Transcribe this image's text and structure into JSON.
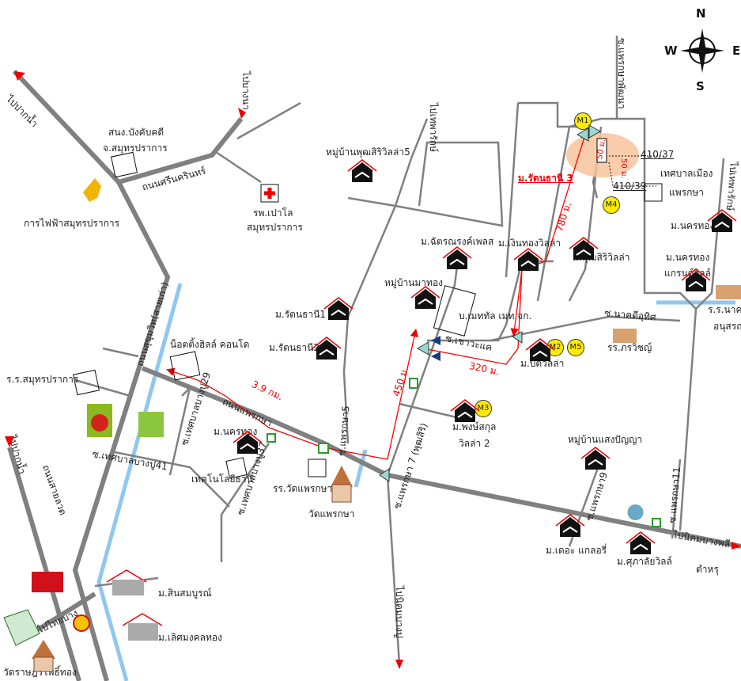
{
  "title": "ม.รัตนธานี 3",
  "compass": {
    "n": "N",
    "s": "S",
    "e": "E",
    "w": "W"
  },
  "places": {
    "snong": "สนง.บังคับคดี",
    "snong2": "จ.สมุทรปราการ",
    "pea": "การไฟฟ้าสมุทรปราการ",
    "hospital": "รพ.เปาโล",
    "hospital2": "สมุทรปราการ",
    "phumsiri5": "หมู่บ้านพุฒสิริวิลล่า5",
    "chatron": "ม.ฉัตรณรงค์เพลส",
    "ngernthong": "ม.เงินทองวิลล่า",
    "phumsiri": "ม.พุฒสิริวิลล่า",
    "mathong": "หมู่บ้านมาทอง",
    "metal": "บ.เมททัล เมท จก.",
    "rattana1": "ม.รัตนธานี1",
    "rattana2": "ม.รัตนธานี2",
    "knotting": "น็อตติ้งฮิลล์ คอนโด",
    "rrsamut": "ร.ร.สมุทรปราการ",
    "nakhonthong": "ม.นครทอง",
    "techno": "เทคโนโลยีธานี",
    "watschool": "รร.วัดแพรกษา",
    "wat": "วัดแพรกษา",
    "pitivilla": "ม.ปิติวิลล่า",
    "rrpawich": "รร.ภรวิชญ์",
    "phongsakul": "ม.พงษ์สกุล",
    "phongsakul2": "วิลล่า 2",
    "saengpanya": "หมู่บ้านแสงปัญญา",
    "thegallery": "ม.เดอะ แกลอรี่",
    "sukanvilla": "ม.ศุภาลัยวิลล์",
    "municipal": "เทศบาลเมือง",
    "municipal2": "แพรกษา",
    "nakhonthong_a": "ม.นครทอง",
    "nakhonthong_b": "ม.นครทอง",
    "nakhonthong_b2": "แกรนด์วิลล์",
    "rrnak": "ร.ร.นาคดี",
    "rrnak2": "อนุสรณ์",
    "sinsomboon": "ม.สินสมบูรณ์",
    "lertmongkol": "ม.เลิศมงคลทอง",
    "watraj": "วัดราษฎร์โพธิ์ทอง",
    "tamru": "ตำหรุ",
    "plot37": "410/37",
    "plot39": "410/39"
  },
  "roads": {
    "to_paknam": "ไปปากน้ำ",
    "to_bangna": "ไปบางนา",
    "srinakarin": "ถนนศรีนครินทร์",
    "sukhumvit": "ถนนสุขุมวิท(สายเก่า)",
    "phraeksa": "ถนนแพรกษา",
    "thepharak7": "ซ.แพรกษา 7 (พุฒสิริ)",
    "phraeksa5": "ซ.แพรกษา5",
    "to_thepharak": "ไปเทพารักษ์",
    "to_bangpu": "ไปนิคมบางปู",
    "tesaban41": "ซ.เทศบาลบางปู41",
    "tesaban29": "ซ.เทศบาลบางปู29",
    "tesaban37": "ซ.เทศบาลบางปู37",
    "saothai": "ถนนสายลวด",
    "to_paknam2": "ไปปากน้ำ",
    "chaowa": "ซ.เชาวะแค",
    "nakdithit": "ซ.นาคดีอุทิศ",
    "phraeksa9": "ซ.แพรกษา9",
    "phraeksa11": "ซ.แพรกษา11",
    "to_nikom": "ไปนิคมบางพลี",
    "to_tamru": "ไปเทพารักษ์",
    "phraeksa_n": "ซ.แพรกษาพัฒนา",
    "to_thaiban": "ไปไทยบาง"
  },
  "distances": {
    "d780": "780 ม.",
    "d50a": "50 ม.",
    "d50b": "50 ม.",
    "d320": "320 ม.",
    "d450": "450 ม.",
    "d39": "3.9 กม."
  },
  "markers": {
    "m1": "M1",
    "m2": "M2",
    "m3": "M3",
    "m4": "M4",
    "m5": "M5"
  },
  "colors": {
    "road": "#808080",
    "canal": "#8ec8f0",
    "route": "#ff0000",
    "marker": "#ffeb00",
    "highlight": "#f8c49c"
  }
}
